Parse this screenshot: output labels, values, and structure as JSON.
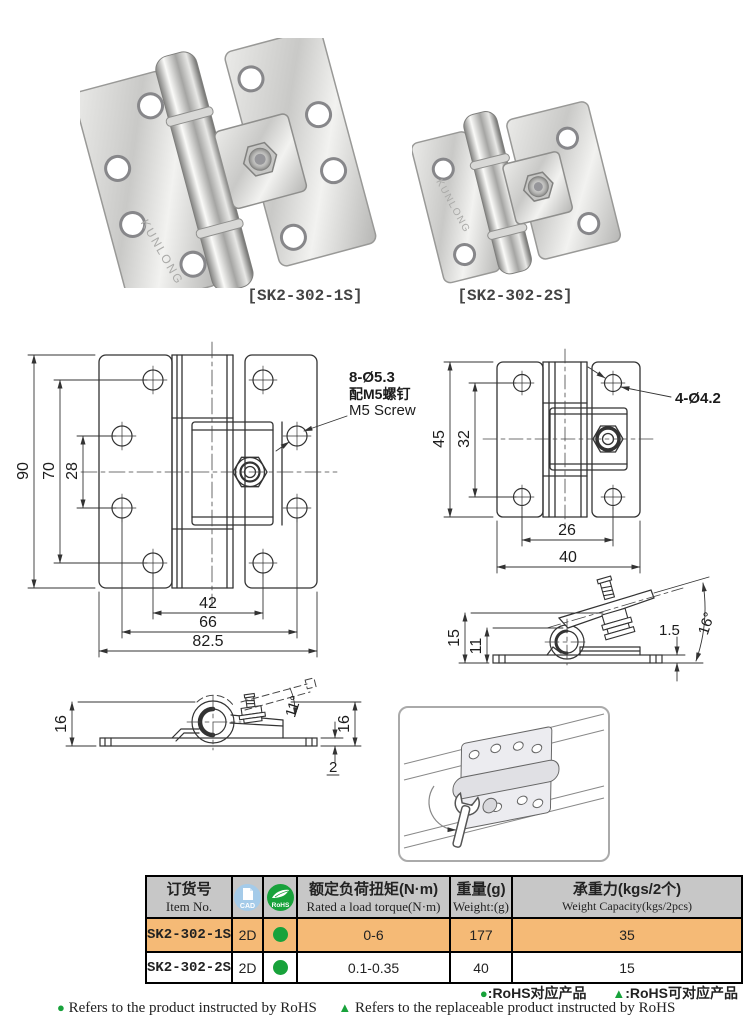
{
  "colors": {
    "highlight_row": "#F5BA76",
    "table_header_bg": "#C7C7C7",
    "rohs_green": "#18A23B",
    "cad_blue": "#A5CBE9",
    "line": "#2a2a2a"
  },
  "products": [
    {
      "label": "[SK2-302-1S]"
    },
    {
      "label": "[SK2-302-2S]"
    }
  ],
  "brand": "KUNLONG",
  "drawing_large": {
    "dim_overall_height": "90",
    "dim_hole_span_v": "70",
    "dim_hole_gap_v": "28",
    "dim_hole_span_h": "42",
    "dim_hole_span_h_outer": "66",
    "dim_overall_width": "82.5",
    "callout_holes": "8-Ø5.3",
    "callout_screw_cn": "配M5螺钉",
    "callout_screw_en": "M5 Screw"
  },
  "drawing_small": {
    "dim_overall_height": "45",
    "dim_hole_span_v": "32",
    "dim_hole_span_h": "26",
    "dim_overall_width": "40",
    "callout_holes": "4-Ø4.2"
  },
  "side_view_small": {
    "dim_total_height": "15",
    "dim_knuckle_height": "11",
    "dim_plate_thickness": "1.5",
    "dim_open_angle": "16°"
  },
  "side_view_large": {
    "dim_height_left": "16",
    "dim_height_right": "16",
    "dim_open_angle": "11°",
    "dim_plate_thickness": "2"
  },
  "table": {
    "header": {
      "item_cn": "订货号",
      "item_en": "Item No.",
      "cad_label": "CAD",
      "rohs_label": "RoHS",
      "torque_cn": "额定负荷扭矩(N·m)",
      "torque_en": "Rated a load torque(N·m)",
      "weight_cn": "重量(g)",
      "weight_en": "Weight:(g)",
      "capacity_cn": "承重力(kgs/2个)",
      "capacity_en": "Weight Capacity(kgs/2pcs)"
    },
    "rows": [
      {
        "item": "SK2-302-1S",
        "cad": "2D",
        "torque": "0-6",
        "weight": "177",
        "capacity": "35"
      },
      {
        "item": "SK2-302-2S",
        "cad": "2D",
        "torque": "0.1-0.35",
        "weight": "40",
        "capacity": "15"
      }
    ]
  },
  "legend": {
    "dot": "●",
    "triangle": "▲",
    "cn_dot": ":RoHS对应产品",
    "cn_tri": ":RoHS可对应产品",
    "en_dot": "Refers to the product instructed by RoHS",
    "en_tri": "Refers to the replaceable product instructed by RoHS"
  }
}
